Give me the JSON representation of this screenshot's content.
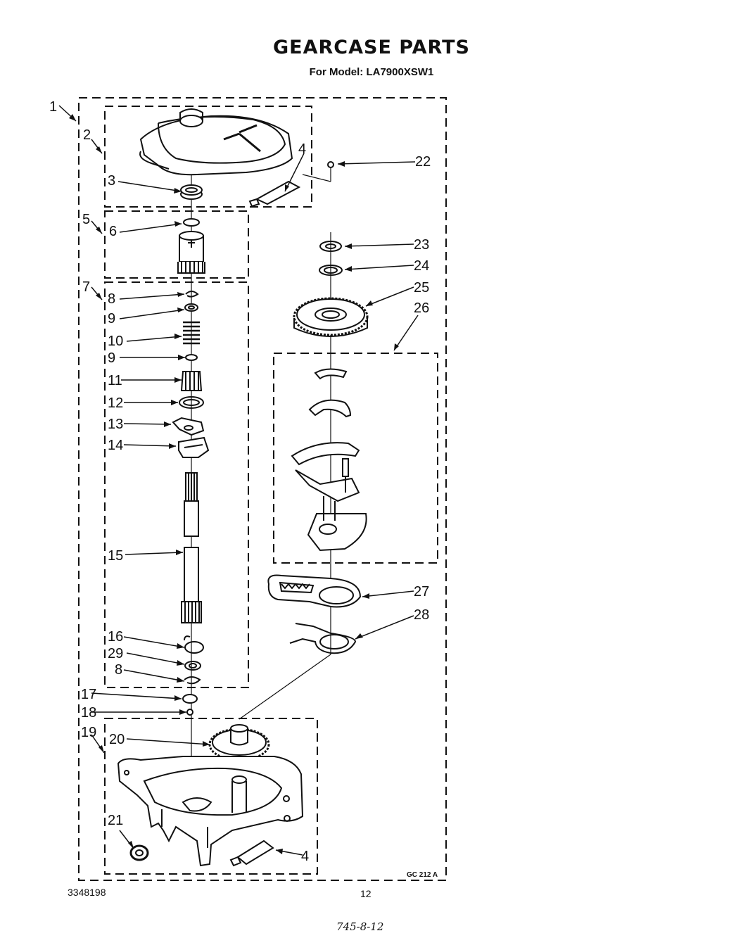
{
  "title": "GEARCASE PARTS",
  "subtitle": "For Model: LA7900XSW1",
  "drawing_code": "GC 212 A",
  "footer": {
    "part_number": "3348198",
    "page": "12",
    "handwritten": "745-8-12"
  },
  "callouts": [
    "1",
    "2",
    "3",
    "4",
    "5",
    "6",
    "7",
    "8",
    "9",
    "10",
    "9",
    "11",
    "12",
    "13",
    "14",
    "15",
    "16",
    "29",
    "8",
    "17",
    "18",
    "19",
    "20",
    "21",
    "4",
    "22",
    "23",
    "24",
    "25",
    "26",
    "27",
    "28"
  ]
}
